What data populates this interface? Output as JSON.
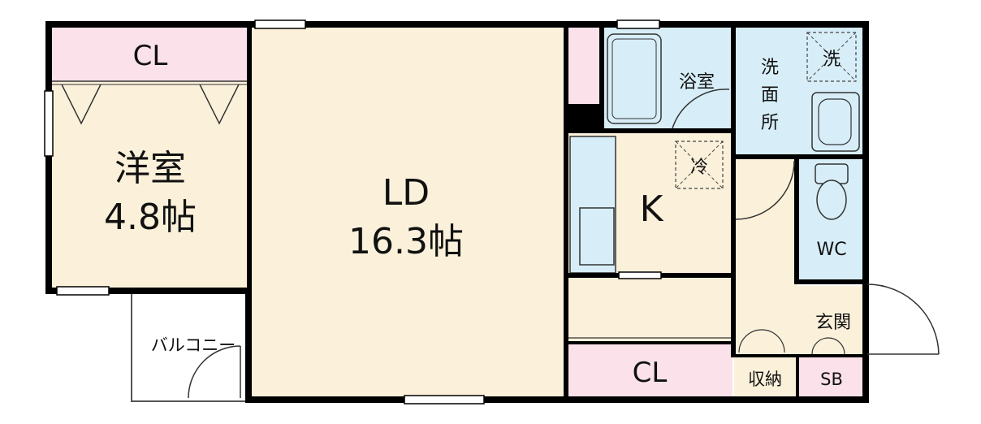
{
  "rooms": {
    "western_room": {
      "name": "洋室",
      "size": "4.8帖"
    },
    "closet_west": "CL",
    "ld": {
      "name": "LD",
      "size": "16.3帖"
    },
    "kitchen": "K",
    "fridge": "冷",
    "bathroom": "浴室",
    "washroom": [
      "洗",
      "面",
      "所"
    ],
    "washer": "洗",
    "wc": "WC",
    "closet_bottom": "CL",
    "storage": "収納",
    "entrance": "玄関",
    "shoebox": "SB",
    "balcony": "バルコニー"
  },
  "colors": {
    "floor": "#fbf1da",
    "closet": "#fbe1ea",
    "wet_area": "#d7eef8",
    "wall": "#000000"
  }
}
